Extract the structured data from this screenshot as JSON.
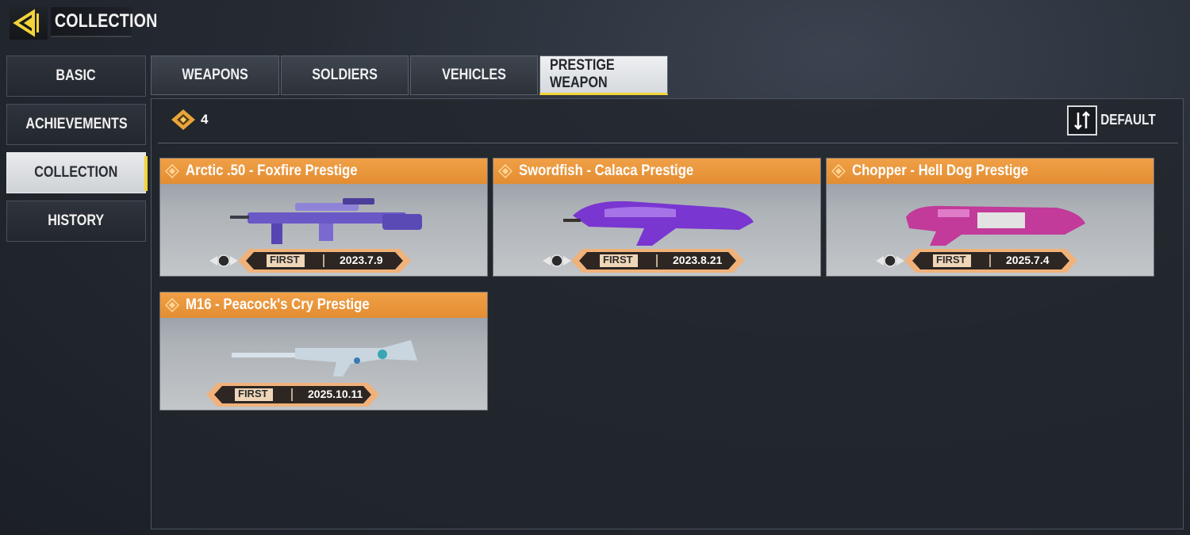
{
  "header": {
    "title": "COLLECTION"
  },
  "sidebar": {
    "items": [
      {
        "label": "BASIC"
      },
      {
        "label": "ACHIEVEMENTS"
      },
      {
        "label": "COLLECTION"
      },
      {
        "label": "HISTORY"
      }
    ]
  },
  "tabs": [
    {
      "label": "WEAPONS"
    },
    {
      "label": "SOLDIERS"
    },
    {
      "label": "VEHICLES"
    },
    {
      "label": "PRESTIGE WEAPON"
    }
  ],
  "main": {
    "count": "4",
    "sort_label": "DEFAULT",
    "cards": [
      {
        "title": "Arctic .50 - Foxfire Prestige",
        "badge": "FIRST",
        "date": "2023.7.9",
        "accent": "#6a58c7"
      },
      {
        "title": "Swordfish - Calaca Prestige",
        "badge": "FIRST",
        "date": "2023.8.21",
        "accent": "#7a36d0"
      },
      {
        "title": "Chopper - Hell Dog Prestige",
        "badge": "FIRST",
        "date": "2025.7.4",
        "accent": "#c23a9a"
      },
      {
        "title": "M16 - Peacock's Cry Prestige",
        "badge": "FIRST",
        "date": "2025.10.11",
        "accent": "#c9d6e0"
      }
    ]
  },
  "colors": {
    "accent_orange": "#e9953a",
    "accent_yellow": "#f3d43a",
    "background": "#262b33"
  },
  "icons": [
    "back-arrow-icon",
    "prestige-diamond-icon",
    "sort-icon",
    "medal-icon"
  ]
}
